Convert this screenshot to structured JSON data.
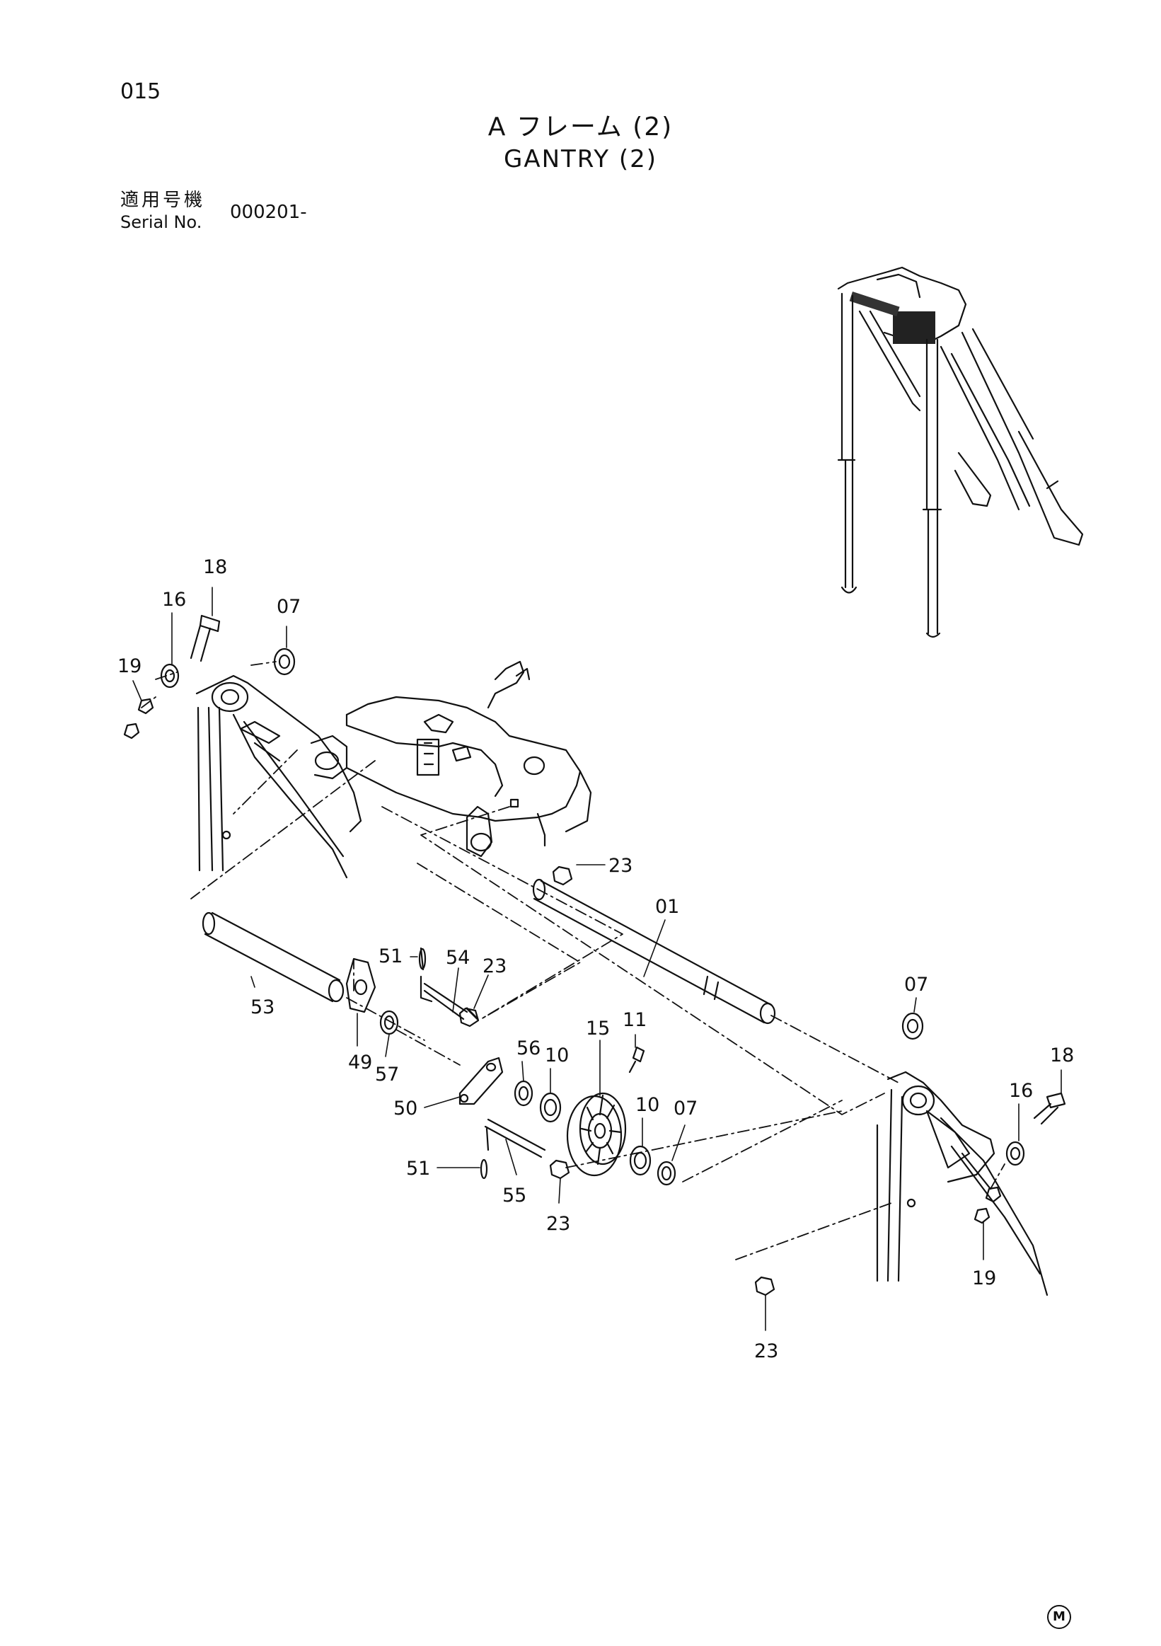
{
  "header": {
    "page_number": "015",
    "title_jp": "A フレーム (2)",
    "title_en": "GANTRY (2)",
    "serial_label_jp": "適用号機",
    "serial_label_en": "Serial No.",
    "serial_value": "000201-"
  },
  "callouts": {
    "c18a": "18",
    "c16a": "16",
    "c07a": "07",
    "c19a": "19",
    "c23a": "23",
    "c01": "01",
    "c51a": "51",
    "c54": "54",
    "c23b": "23",
    "c53": "53",
    "c49": "49",
    "c57": "57",
    "c56": "56",
    "c10a": "10",
    "c15": "15",
    "c11": "11",
    "c50": "50",
    "c10b": "10",
    "c07b": "07",
    "c51b": "51",
    "c55": "55",
    "c23c": "23",
    "c07c": "07",
    "c18b": "18",
    "c16b": "16",
    "c19b": "19",
    "c23d": "23"
  },
  "footer": {
    "mark": "M"
  }
}
